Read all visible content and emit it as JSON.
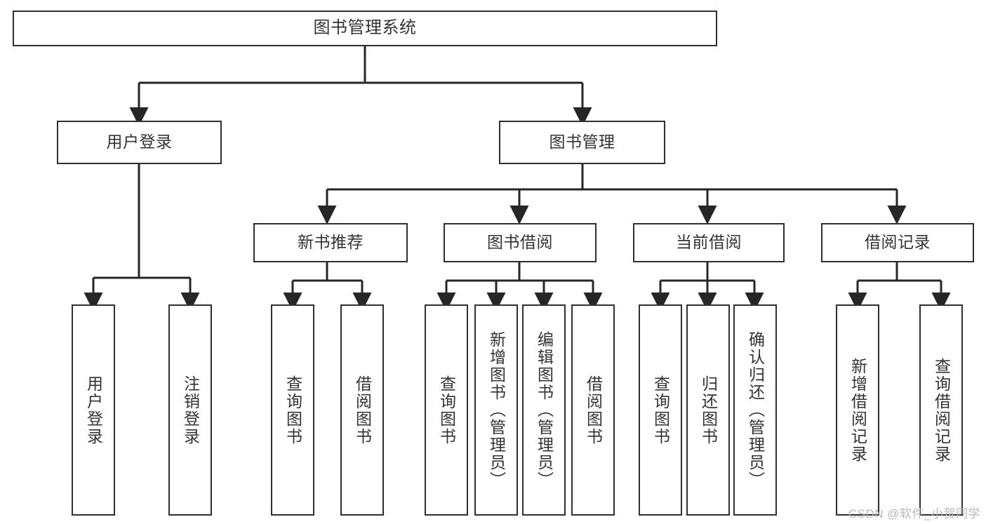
{
  "diagram": {
    "title": "图书管理系统",
    "watermark": "CSDN @软件_小贺同学",
    "colors": {
      "border": "#303030",
      "text": "#333333",
      "edge": "#262626",
      "background": "#ffffff",
      "watermark": "#b8b8b8"
    },
    "root": {
      "label": "图书管理系统"
    },
    "level2": [
      {
        "label": "用户登录"
      },
      {
        "label": "图书管理"
      }
    ],
    "level3": [
      {
        "label": "新书推荐"
      },
      {
        "label": "图书借阅"
      },
      {
        "label": "当前借阅"
      },
      {
        "label": "借阅记录"
      }
    ],
    "leaves": {
      "user_login": [
        {
          "label": "用户登录"
        },
        {
          "label": "注销登录"
        }
      ],
      "new_book": [
        {
          "label": "查询图书"
        },
        {
          "label": "借阅图书"
        }
      ],
      "book_borrow": [
        {
          "label": "查询图书"
        },
        {
          "label": "新增图书（管理员）"
        },
        {
          "label": "编辑图书（管理员）"
        },
        {
          "label": "借阅图书"
        }
      ],
      "current_borrow": [
        {
          "label": "查询图书"
        },
        {
          "label": "归还图书"
        },
        {
          "label": "确认归还（管理员）"
        }
      ],
      "borrow_record": [
        {
          "label": "新增借阅记录"
        },
        {
          "label": "查询借阅记录"
        }
      ]
    }
  }
}
